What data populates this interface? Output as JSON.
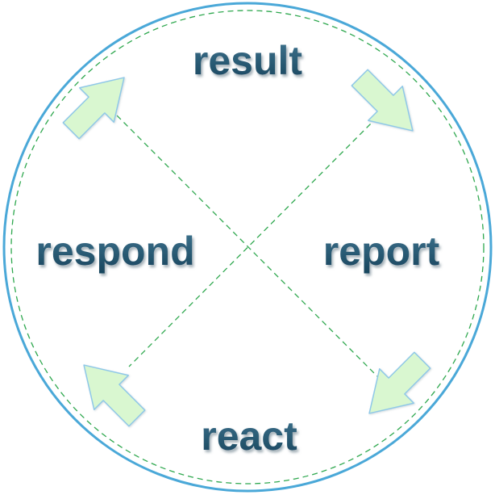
{
  "diagram": {
    "words": {
      "top": "result",
      "right": "report",
      "bottom": "react",
      "left": "respond"
    },
    "colors": {
      "circle_outer": "#4aa8d8",
      "circle_inner_dashed": "#2fa84f",
      "cross_lines": "#2fa84f",
      "arrow_fill": "#d9f7d0",
      "arrow_stroke": "#8fc8e8",
      "word_gradient_top": "#3f7590",
      "word_gradient_bottom": "#17445c",
      "word_shadow": "#9aa8b0"
    }
  }
}
